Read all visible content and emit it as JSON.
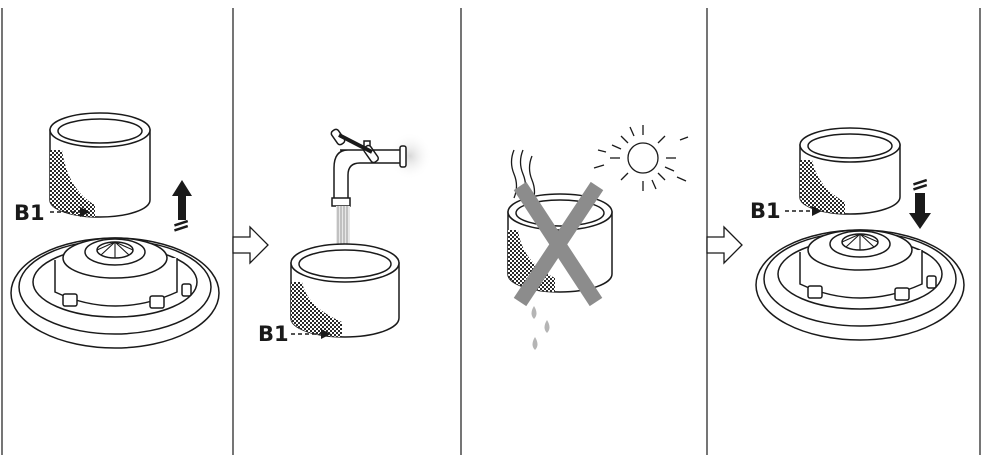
{
  "steps": [
    {
      "id": "remove-filter",
      "label": "B1"
    },
    {
      "id": "rinse-filter",
      "label": "B1"
    },
    {
      "id": "dry-filter",
      "label": null
    },
    {
      "id": "reinsert-filter",
      "label": "B1"
    }
  ],
  "colors": {
    "line": "#1a1a1a",
    "mesh": "#9a9a9a",
    "forbidden": "#8c8c8c",
    "water": "#b5b5b5"
  }
}
